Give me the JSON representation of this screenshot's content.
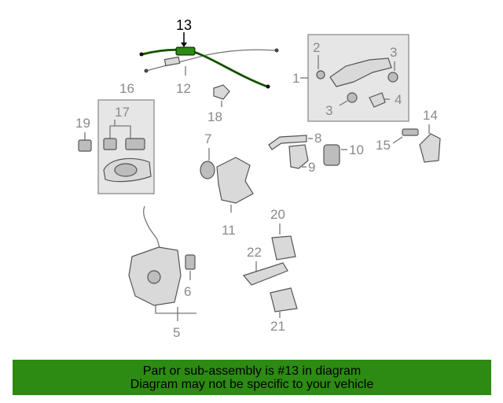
{
  "diagram": {
    "highlight_color": "#2d8a12",
    "highlighted_callout": "13",
    "callouts": {
      "c1": "1",
      "c2": "2",
      "c3a": "3",
      "c3b": "3",
      "c4": "4",
      "c5": "5",
      "c6": "6",
      "c7": "7",
      "c8": "8",
      "c9": "9",
      "c10": "10",
      "c11": "11",
      "c12": "12",
      "c13": "13",
      "c14": "14",
      "c15": "15",
      "c16": "16",
      "c17": "17",
      "c18": "18",
      "c19": "19",
      "c20": "20",
      "c21": "21",
      "c22": "22"
    }
  },
  "banner": {
    "line1": "Part or sub-assembly is #13 in diagram",
    "line2": "Diagram may not be specific to your vehicle",
    "background": "#2d8a12"
  }
}
